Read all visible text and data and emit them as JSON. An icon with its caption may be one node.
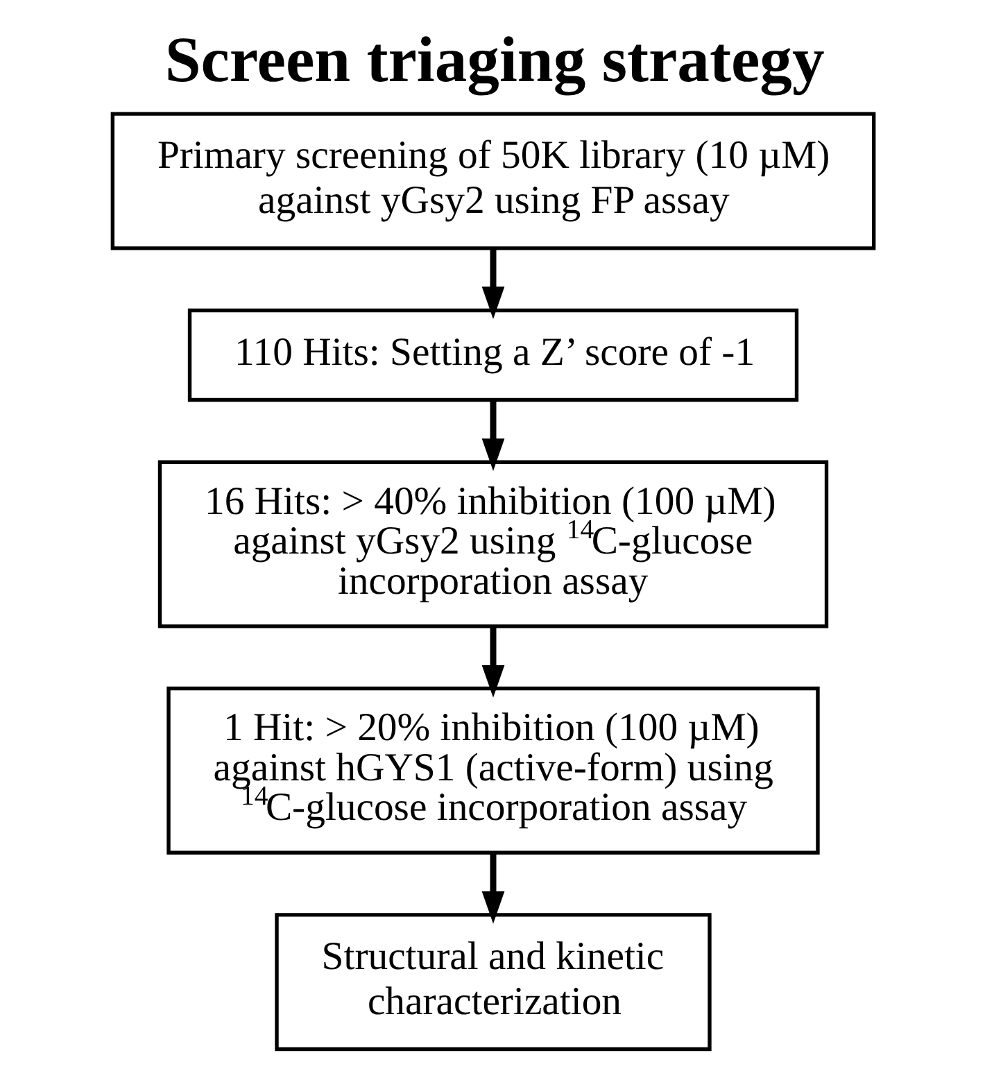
{
  "diagram": {
    "title": "Screen triaging strategy",
    "nodes": [
      {
        "text": [
          "Primary screening of 50K library (10 µM) against yGsy2 using FP assay"
        ]
      },
      {
        "text": [
          "110 Hits: Setting a Z’ score of -1"
        ]
      },
      {
        "text": [
          "16 Hits: > 40% inhibition (100 µM) against yGsy2 using $^{14}$C-glucose incorporation assay"
        ]
      },
      {
        "text": [
          "1 Hit: > 20% inhibition (100 µM) against hGYS1 (active-form) using $^{14}$C-glucose incorporation assay"
        ]
      },
      {
        "text": [
          "Structural and kinetic characterization"
        ]
      }
    ],
    "edges": [
      {
        "from": 0,
        "to": 1,
        "arrow": "to"
      },
      {
        "from": 1,
        "to": 2,
        "arrow": "to"
      },
      {
        "from": 2,
        "to": 3,
        "arrow": "to"
      },
      {
        "from": 3,
        "to": 4,
        "arrow": "to"
      }
    ]
  }
}
